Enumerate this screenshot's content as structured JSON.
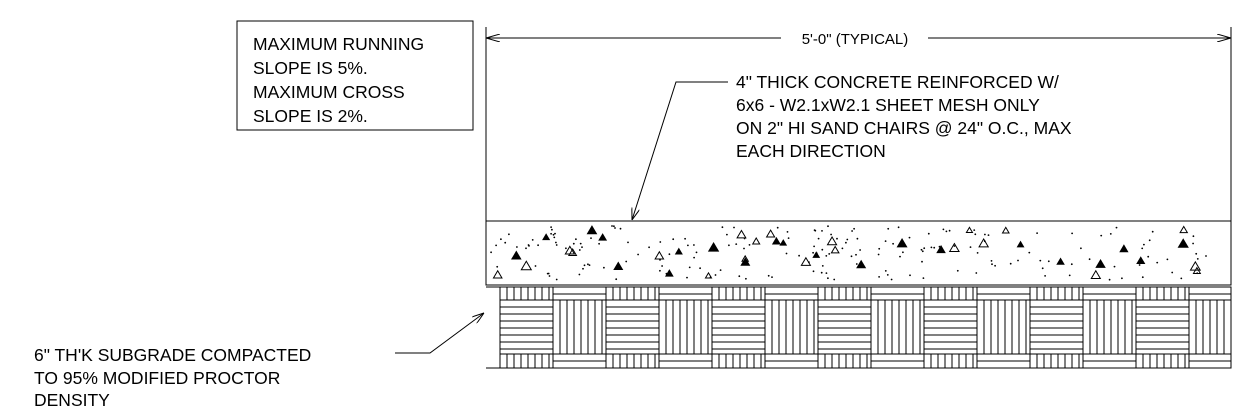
{
  "notes_box": {
    "lines": [
      "MAXIMUM RUNNING",
      "SLOPE IS 5%.",
      "MAXIMUM CROSS",
      "SLOPE IS 2%."
    ]
  },
  "dimension": {
    "label": "5'-0\" (TYPICAL)"
  },
  "concrete_callout": {
    "lines": [
      "4\" THICK CONCRETE REINFORCED W/",
      "6x6 - W2.1xW2.1 SHEET MESH ONLY",
      "ON 2\" HI SAND CHAIRS @ 24\" O.C., MAX",
      "EACH DIRECTION"
    ]
  },
  "subgrade_callout": {
    "lines": [
      "6\" TH'K SUBGRADE COMPACTED",
      "TO 95% MODIFIED PROCTOR",
      "DENSITY"
    ]
  },
  "colors": {
    "ink": "#000000",
    "paper": "#ffffff"
  }
}
